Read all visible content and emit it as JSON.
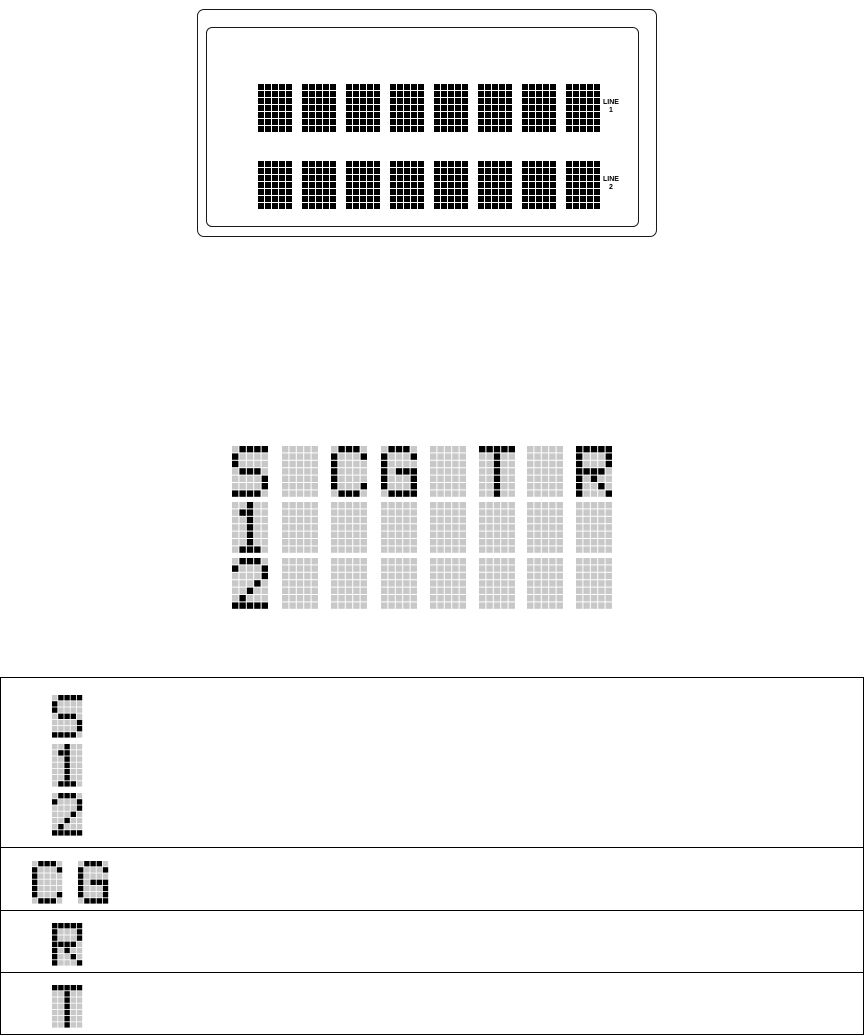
{
  "lcd": {
    "line1": {
      "label": "LINE",
      "number": "1"
    },
    "line2": {
      "label": "LINE",
      "number": "2"
    }
  },
  "grid": {
    "rows": [
      [
        "S",
        " ",
        "C",
        "G",
        " ",
        "T",
        " ",
        "R"
      ],
      [
        "1",
        " ",
        " ",
        " ",
        " ",
        " ",
        " ",
        " "
      ],
      [
        "2",
        " ",
        " ",
        " ",
        " ",
        " ",
        " ",
        " "
      ]
    ]
  },
  "legend": {
    "rows": [
      {
        "glyphs": [
          "S",
          "1",
          "2"
        ],
        "layout": "stack"
      },
      {
        "glyphs": [
          "C",
          "G"
        ],
        "layout": "inline"
      },
      {
        "glyphs": [
          "R"
        ],
        "layout": "inline"
      },
      {
        "glyphs": [
          "T"
        ],
        "layout": "inline"
      }
    ]
  },
  "colors": {
    "pixel_on": "#000000",
    "pixel_off": "#c8c8c8",
    "border": "#1a1a1a"
  }
}
